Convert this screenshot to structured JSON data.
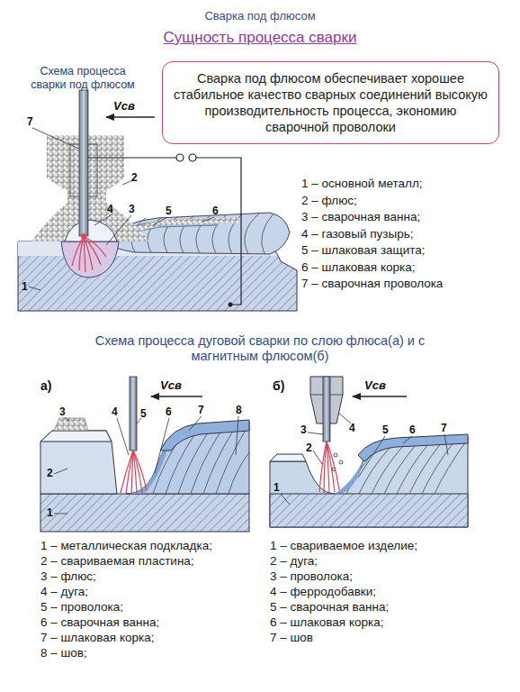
{
  "diagram": {
    "title": "Сварка под флюсом",
    "nodes": [
      {
        "text": [
          "Сварка под флюсом обеспечивает хорошее стабильное качество сварных соединений высокую производительность процесса, экономию сварочной проволоки"
        ]
      }
    ],
    "labels": [
      "Сущность процесса сварки",
      "Схема процесса сварки под флюсом",
      "7",
      "Vсв",
      "2",
      "4",
      "3",
      "5",
      "6",
      "1",
      "1 – основной металл;",
      "2 – флюс;",
      "3 – сварочная ванна;",
      "4 – газовый пузырь;",
      "5 – шлаковая защита;",
      "6 – шлаковая корка;",
      "7 – сварочная проволока",
      "Схема процесса дуговой сварки по слою флюса(а) и с магнитным флюсом(б)",
      "а)",
      "Vсв",
      "3",
      "4",
      "5",
      "6",
      "7",
      "8",
      "2",
      "1",
      "1 – металлическая подкладка;",
      "2 – свариваемая пластина;",
      "3 – флюс;",
      "4 – дуга;",
      "5 – проволока;",
      "6 – сварочная ванна;",
      "7 – шлаковая корка;",
      "8 – шов;",
      "б)",
      "Vсв",
      "3",
      "4",
      "2",
      "5",
      "6",
      "7",
      "1",
      "1 – свариваемое изделие;",
      "2 – дуга;",
      "3 – проволока;",
      "4 – ферродобавки;",
      "5 – сварочная ванна;",
      "6 – шлаковая корка;",
      "7 – шов"
    ]
  }
}
